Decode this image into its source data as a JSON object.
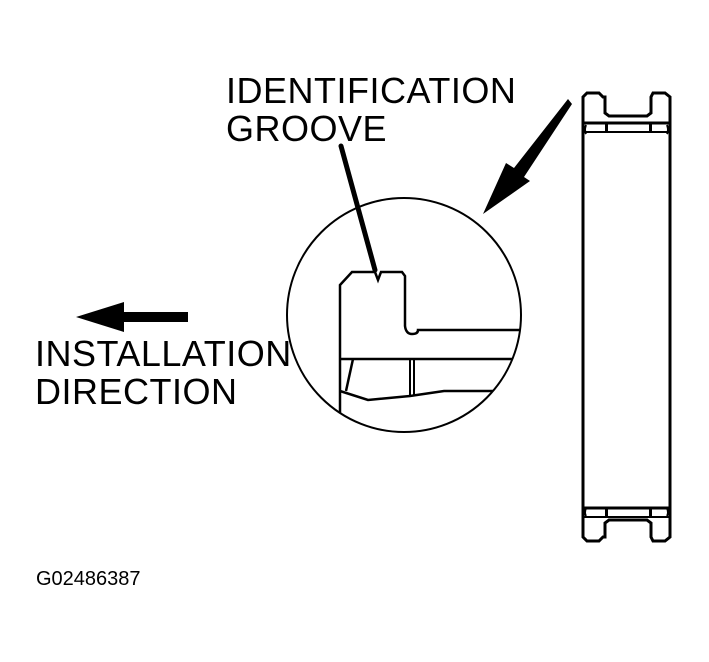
{
  "diagram": {
    "type": "technical-illustration",
    "subject": "bearing / ring cross-section with magnified detail",
    "colors": {
      "ink": "#000000",
      "background": "#ffffff"
    }
  },
  "labels": {
    "identification_groove": {
      "line1": "IDENTIFICATION",
      "line2": "GROOVE"
    },
    "installation_direction": {
      "line1": "INSTALLATION",
      "line2": "DIRECTION"
    },
    "figure_id": "G02486387"
  },
  "arrows": {
    "installation_arrow": {
      "direction": "left"
    },
    "detail_arrow": {
      "direction": "down-left",
      "points_to": "detail-circle"
    },
    "leader_line": {
      "from": "identification-groove-label",
      "to": "groove-notch"
    }
  }
}
